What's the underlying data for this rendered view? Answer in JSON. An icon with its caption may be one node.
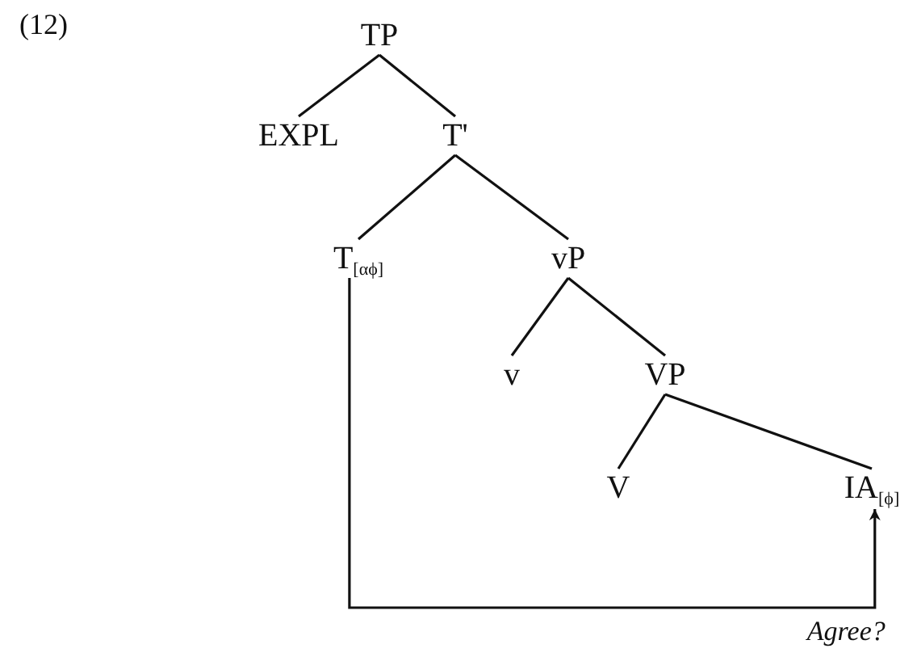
{
  "diagram": {
    "nodes": [
      {
        "text": [
          "TP"
        ]
      },
      {
        "text": [
          "EXPL"
        ]
      },
      {
        "text": [
          "T'"
        ]
      },
      {
        "text": [
          "T$_{[αϕ]}$"
        ]
      },
      {
        "text": [
          "vP"
        ]
      },
      {
        "text": [
          "v"
        ]
      },
      {
        "text": [
          "VP"
        ]
      },
      {
        "text": [
          "V"
        ]
      },
      {
        "text": [
          "IA$_{[ϕ]}$"
        ]
      }
    ],
    "edges": [
      {
        "from": 0,
        "to": 1,
        "arrow": "none"
      },
      {
        "from": 0,
        "to": 2,
        "arrow": "none"
      },
      {
        "from": 2,
        "to": 3,
        "arrow": "none"
      },
      {
        "from": 2,
        "to": 4,
        "arrow": "none"
      },
      {
        "from": 4,
        "to": 5,
        "arrow": "none"
      },
      {
        "from": 4,
        "to": 6,
        "arrow": "none"
      },
      {
        "from": 6,
        "to": 7,
        "arrow": "none"
      },
      {
        "from": 6,
        "to": 8,
        "arrow": "none"
      },
      {
        "from": 3,
        "to": 8,
        "arrow": "to",
        "label": "Agree?"
      }
    ],
    "labels": [
      "(12)"
    ]
  }
}
